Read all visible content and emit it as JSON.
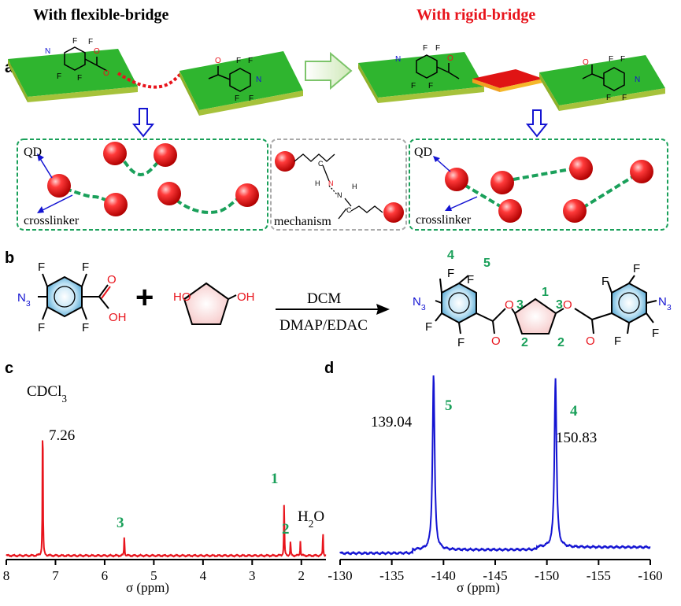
{
  "colors": {
    "red": "#e8141c",
    "green_label": "#1aa05a",
    "blue": "#1414d2",
    "slab_top": "#2fb52f",
    "slab_side": "#a6c23b"
  },
  "panel_a": {
    "label": "a",
    "title_flexible": "With flexible-bridge",
    "title_rigid": "With rigid-bridge",
    "qd_left": "QD",
    "crosslinker_left": "crosslinker",
    "mechanism": "mechanism",
    "qd_right": "QD",
    "crosslinker_right": "crosslinker",
    "mech_atom_c1": "C",
    "mech_atom_n1": "N",
    "mech_atom_h1": "H",
    "mech_atom_n2": "N",
    "mech_atom_h2": "H",
    "mech_atom_c2": "C"
  },
  "panel_b": {
    "label": "b",
    "acid": {
      "f_top_left": "F",
      "f_top_right": "F",
      "f_bot_left": "F",
      "f_bot_right": "F",
      "n3": "N3",
      "o": "O",
      "oh": "OH"
    },
    "plus": "+",
    "diol": {
      "ho": "HO",
      "oh": "OH"
    },
    "reagent_top": "DCM",
    "reagent_bottom": "DMAP/EDAC",
    "product": {
      "label_4": "4",
      "label_5": "5",
      "label_1": "1",
      "label_3a": "3",
      "label_3b": "3",
      "label_2a": "2",
      "label_2b": "2",
      "n3_left": "N3",
      "n3_right": "N3",
      "f_l1": "F",
      "f_l2": "F",
      "f_l3": "F",
      "f_l4": "F",
      "f_r1": "F",
      "f_r2": "F",
      "f_r3": "F",
      "f_r4": "F",
      "o_l1": "O",
      "o_l2": "O",
      "o_r1": "O",
      "o_r2": "O"
    }
  },
  "panel_c": {
    "label": "c",
    "solvent": "CDCl3",
    "solvent_shift": "7.26",
    "peak_1": "1",
    "peak_2": "2",
    "peak_3": "3",
    "water": "H2O",
    "xlabel": "σ (ppm)"
  },
  "panel_d": {
    "label": "d",
    "shift_5": "139.04",
    "peak_5": "5",
    "shift_4": "150.83",
    "peak_4": "4",
    "xlabel": "σ (ppm)"
  },
  "chart_data": [
    {
      "type": "line",
      "title": "",
      "xlabel": "σ (ppm)",
      "ylabel": "",
      "xlim": [
        8,
        1.5
      ],
      "x_ticks": [
        "8",
        "7",
        "6",
        "5",
        "4",
        "3",
        "2"
      ],
      "series": [
        {
          "color": "#e8141c",
          "peaks": [
            {
              "x": 7.26,
              "height": 1.0,
              "label": "CDCl3 7.26"
            },
            {
              "x": 5.6,
              "height": 0.14,
              "label": "3"
            },
            {
              "x": 2.35,
              "height": 0.38,
              "label": "1"
            },
            {
              "x": 2.22,
              "height": 0.1,
              "label": "2"
            },
            {
              "x": 2.02,
              "height": 0.1,
              "label": "2"
            },
            {
              "x": 1.56,
              "height": 0.16,
              "label": "H2O"
            }
          ]
        }
      ]
    },
    {
      "type": "line",
      "title": "",
      "xlabel": "σ (ppm)",
      "ylabel": "",
      "xlim": [
        -130,
        -160
      ],
      "x_ticks": [
        "-130",
        "-135",
        "-140",
        "-145",
        "-150",
        "-155",
        "-160"
      ],
      "series": [
        {
          "color": "#1414d2",
          "peaks": [
            {
              "x": -139.04,
              "height": 1.0,
              "label": "5"
            },
            {
              "x": -150.83,
              "height": 0.97,
              "label": "4"
            }
          ]
        }
      ]
    }
  ]
}
